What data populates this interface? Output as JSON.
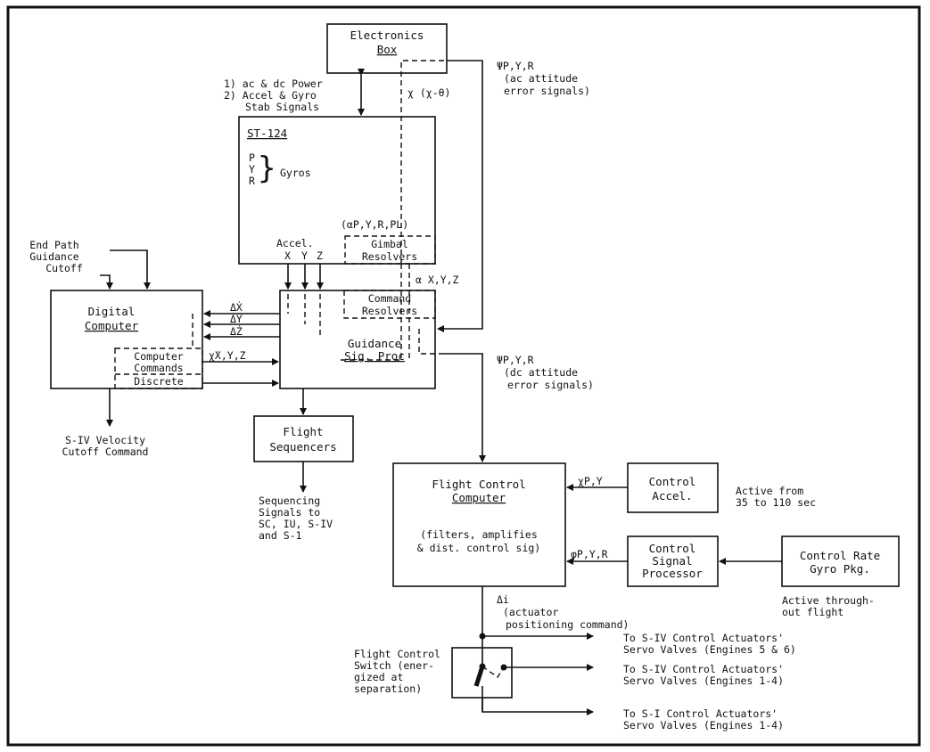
{
  "blocks": {
    "electronics_box": [
      "Electronics",
      "Box"
    ],
    "st124": "ST-124",
    "gyros_axes": [
      "P",
      "Y",
      "R"
    ],
    "gyros": "Gyros",
    "gimbal_angles": "(αP,Y,R,PL)",
    "accel": "Accel.",
    "accel_axes": [
      "X",
      "Y",
      "Z"
    ],
    "gimbal_resolvers": [
      "Gimbal",
      "Resolvers"
    ],
    "command_resolvers": [
      "Command",
      "Resolvers"
    ],
    "guidance_sig_proc": [
      "Guidance",
      "Sig. Proc"
    ],
    "digital_computer": [
      "Digital",
      "Computer"
    ],
    "computer_commands": [
      "Computer",
      "Commands"
    ],
    "discrete": "Discrete",
    "flight_sequencers": [
      "Flight",
      "Sequencers"
    ],
    "flight_control_computer": [
      "Flight Control",
      "Computer"
    ],
    "fcc_desc": [
      "(filters, amplifies",
      "& dist. control sig)"
    ],
    "control_accel": [
      "Control",
      "Accel."
    ],
    "control_signal_processor": [
      "Control",
      "Signal",
      "Processor"
    ],
    "control_rate_gyro": [
      "Control Rate",
      "Gyro Pkg."
    ]
  },
  "labels": {
    "power_stab": [
      "1) ac & dc Power",
      "2) Accel & Gyro",
      "Stab Signals"
    ],
    "chi_x_theta": "χ  (χ-θ)",
    "psi_ac": [
      "ΨP,Y,R",
      "(ac attitude",
      "error signals)"
    ],
    "end_path": [
      "End Path",
      "Guidance",
      "Cutoff"
    ],
    "delta_x": "ΔẊ",
    "delta_y": "ΔẎ",
    "delta_z": "ΔŻ",
    "xyz_cmd": "χ̇X,Y,Z",
    "xyz_gimbal": "α X,Y,Z",
    "psi_dc": [
      "ΨP,Y,R",
      "(dc attitude",
      "error signals)"
    ],
    "s4_cutoff": [
      "S-IV Velocity",
      "Cutoff Command"
    ],
    "sequencing": [
      "Sequencing",
      "Signals to",
      "SC, IU, S-IV",
      "and S-1"
    ],
    "accel_py": "χ̇P,Y",
    "rate_pyr": "φ̇P,Y,R",
    "active_35": [
      "Active from",
      "35 to 110 sec"
    ],
    "active_through": [
      "Active through-",
      "out flight"
    ],
    "actuator_cmd": [
      "Δi",
      "(actuator",
      "positioning command)"
    ],
    "fc_switch": [
      "Flight Control",
      "Switch (ener-",
      "gized at",
      "separation)"
    ],
    "out1": [
      "To S-IV Control Actuators'",
      "Servo Valves (Engines 5 & 6)"
    ],
    "out2": [
      "To S-IV Control Actuators'",
      "Servo Valves (Engines 1-4)"
    ],
    "out3": [
      "To S-I Control Actuators'",
      "Servo Valves (Engines 1-4)"
    ]
  }
}
